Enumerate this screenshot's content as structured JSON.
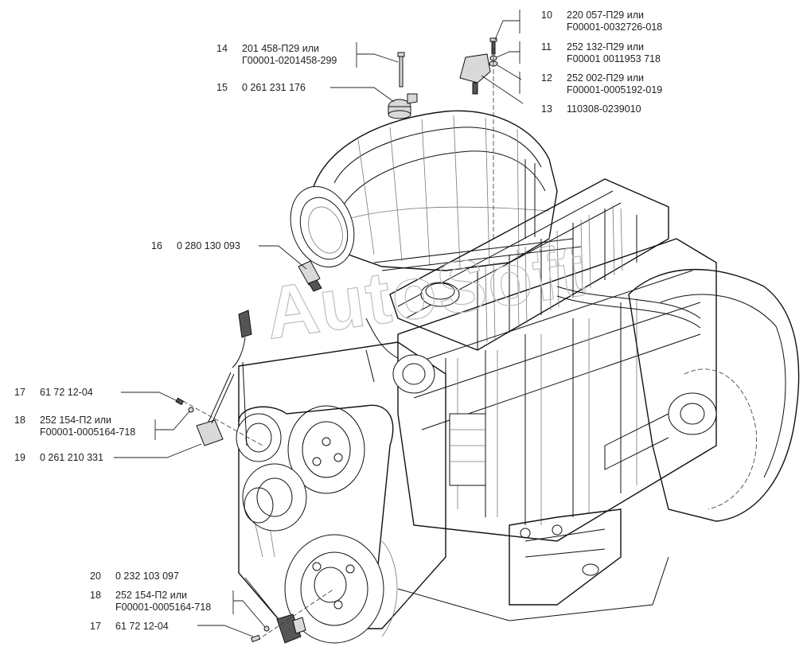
{
  "diagram": {
    "watermark": "AutoSoft",
    "callouts": [
      {
        "id": "c10",
        "num": "10",
        "lines": [
          "220 057-П29 или",
          "F00001-0032726-018"
        ]
      },
      {
        "id": "c11",
        "num": "11",
        "lines": [
          "252 132-П29 или",
          "F00001 0011953 718"
        ]
      },
      {
        "id": "c12",
        "num": "12",
        "lines": [
          "252 002-П29 или",
          "F00001-0005192-019"
        ]
      },
      {
        "id": "c13",
        "num": "13",
        "lines": [
          "110308-0239010"
        ]
      },
      {
        "id": "c14",
        "num": "14",
        "lines": [
          "201 458-П29 или",
          "Г00001-0201458-299"
        ]
      },
      {
        "id": "c15",
        "num": "15",
        "lines": [
          "0 261 231 176"
        ]
      },
      {
        "id": "c16",
        "num": "16",
        "lines": [
          "0 280 130 093"
        ]
      },
      {
        "id": "c17a",
        "num": "17",
        "lines": [
          "61 72 12-04"
        ]
      },
      {
        "id": "c18a",
        "num": "18",
        "lines": [
          "252 154-П2 или",
          "F00001-0005164-718"
        ]
      },
      {
        "id": "c19",
        "num": "19",
        "lines": [
          "0 261 210 331"
        ]
      },
      {
        "id": "c20",
        "num": "20",
        "lines": [
          "0 232 103 097"
        ]
      },
      {
        "id": "c18b",
        "num": "18",
        "lines": [
          "252 154-П2 или",
          "F00001-0005164-718"
        ]
      },
      {
        "id": "c17b",
        "num": "17",
        "lines": [
          "61 72 12-04"
        ]
      }
    ]
  }
}
